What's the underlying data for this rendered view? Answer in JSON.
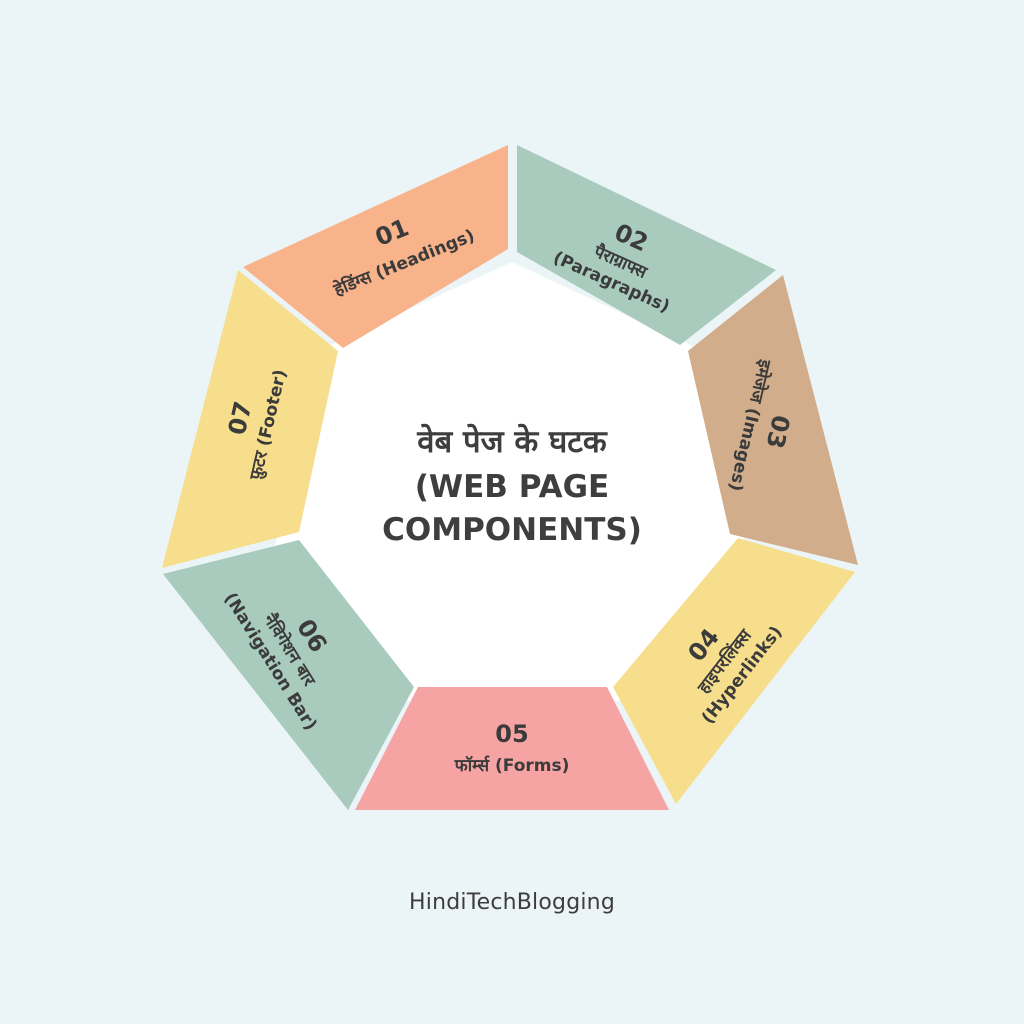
{
  "diagram": {
    "title_hindi": "वेब पेज के घटक",
    "title_line2": "(WEB PAGE",
    "title_line3": "COMPONENTS)",
    "center_color": "#ffffff",
    "background_color": "#ebf4f6",
    "text_color": "#3b3b3b",
    "segments": [
      {
        "number": "01",
        "label_line1": "हेडिंग्स (Headings)",
        "label_line2": "",
        "color": "#f8b38b"
      },
      {
        "number": "02",
        "label_line1": "पैराग्राफ्स",
        "label_line2": "(Paragraphs)",
        "color": "#a8cbbd"
      },
      {
        "number": "03",
        "label_line1": "इमेजेज (Images)",
        "label_line2": "",
        "color": "#d2ad8b"
      },
      {
        "number": "04",
        "label_line1": "हाइपरलिंक्स",
        "label_line2": "(Hyperlinks)",
        "color": "#f7de8c"
      },
      {
        "number": "05",
        "label_line1": "फॉर्म्स (Forms)",
        "label_line2": "",
        "color": "#f6a3a3"
      },
      {
        "number": "06",
        "label_line1": "नैविगेशन बार",
        "label_line2": "(Navigation Bar)",
        "color": "#a8cbbd"
      },
      {
        "number": "07",
        "label_line1": "फ़ुटर (Footer)",
        "label_line2": "",
        "color": "#f7de8c"
      }
    ]
  },
  "footer": {
    "brand": "HindiTechBlogging"
  }
}
